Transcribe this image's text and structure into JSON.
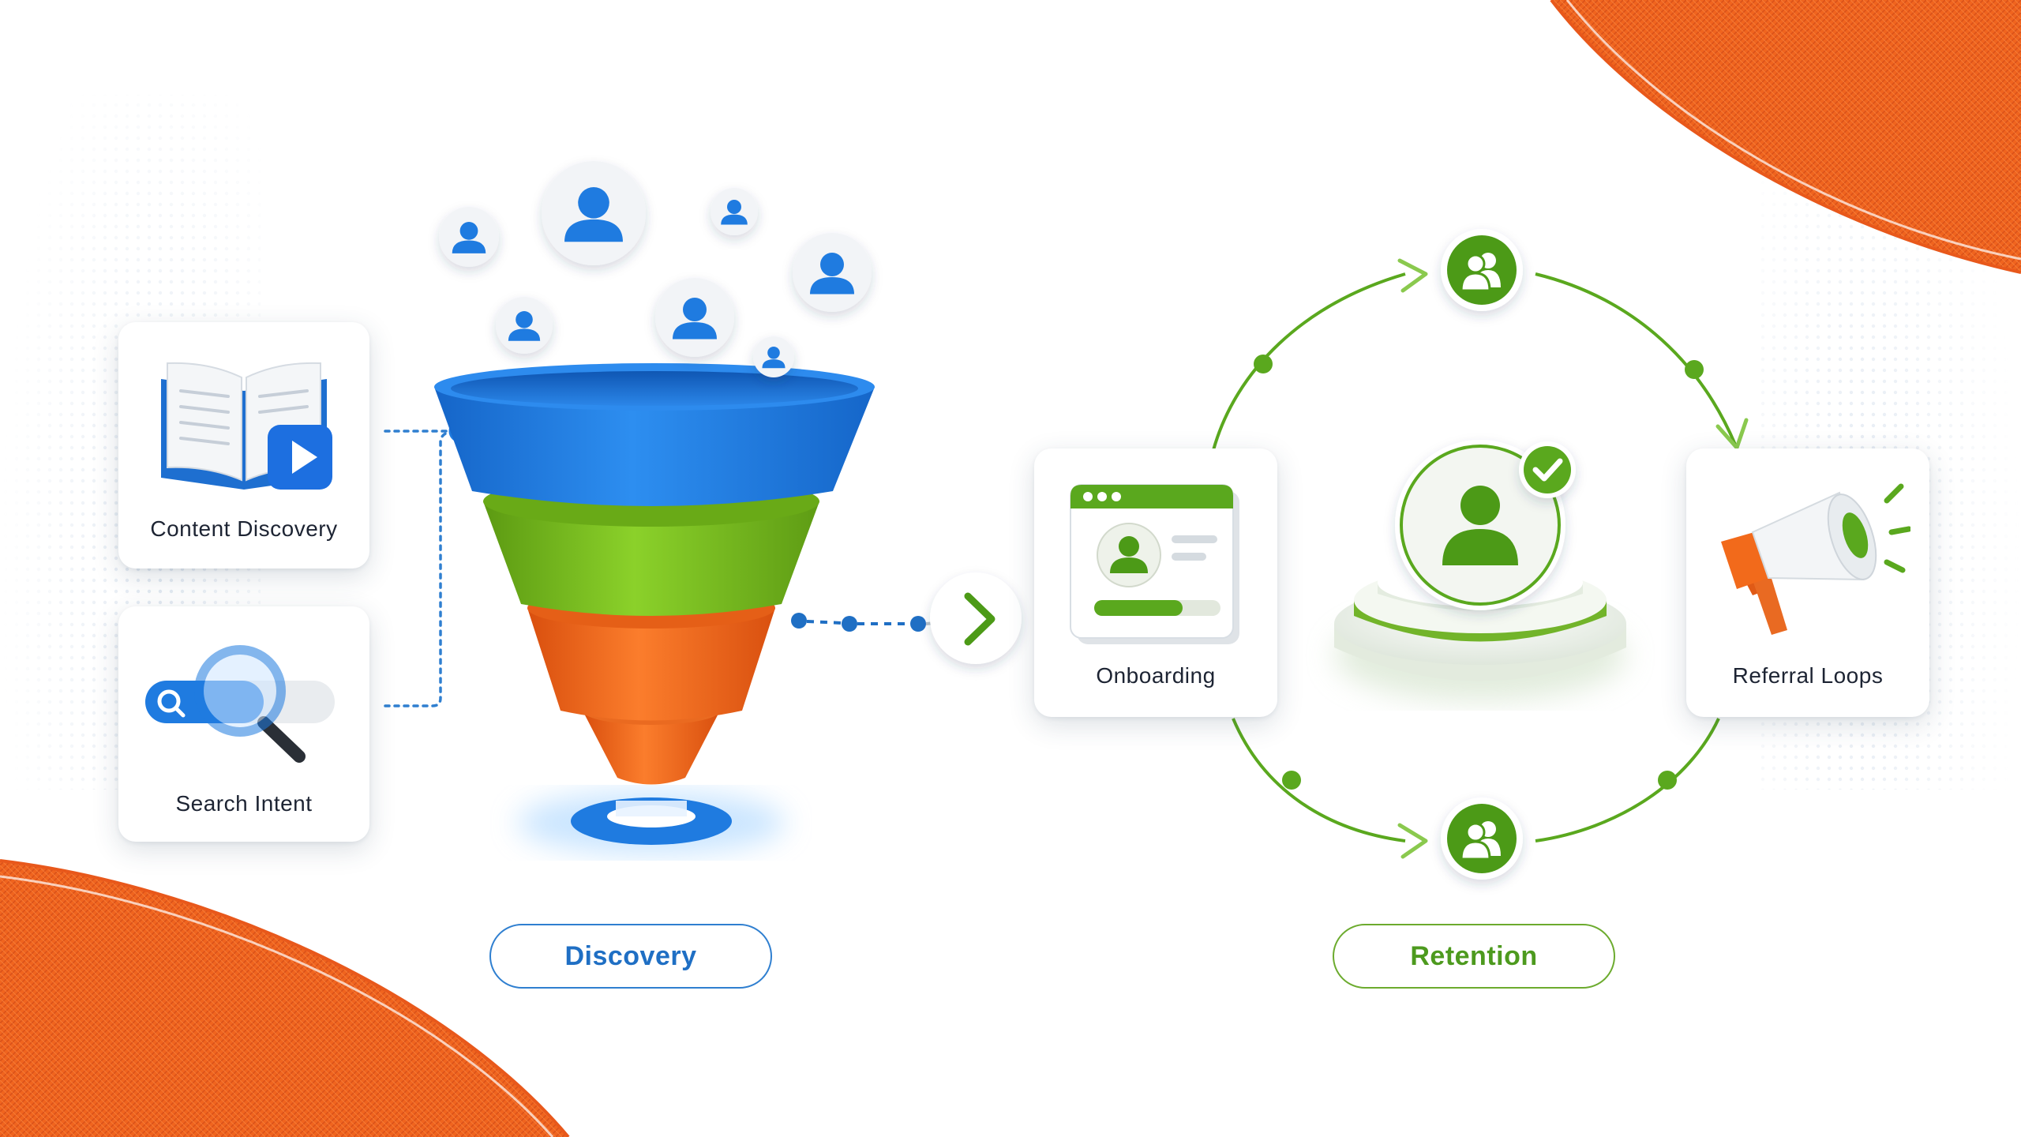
{
  "colors": {
    "accent_orange": "#f0641e",
    "funnel_blue": "#1f7be0",
    "funnel_green": "#7bc11e",
    "funnel_orange": "#f26a1b",
    "retention_green": "#5aa81e",
    "discovery_text": "#1f6fc4"
  },
  "discovery": {
    "title": "Discovery",
    "sources": [
      {
        "label": "Content Discovery",
        "icon": "open-book-video-icon"
      },
      {
        "label": "Search Intent",
        "icon": "search-bar-magnifier-icon"
      }
    ],
    "funnel_stages": [
      "blue",
      "green",
      "orange"
    ],
    "users_icon": "user-icon"
  },
  "retention": {
    "title": "Retention",
    "steps": [
      {
        "label": "Onboarding",
        "icon": "browser-profile-icon"
      },
      {
        "label": "Referral Loops",
        "icon": "megaphone-icon"
      }
    ],
    "center_icon": "verified-user-icon",
    "loop_icon": "user-group-icon"
  }
}
